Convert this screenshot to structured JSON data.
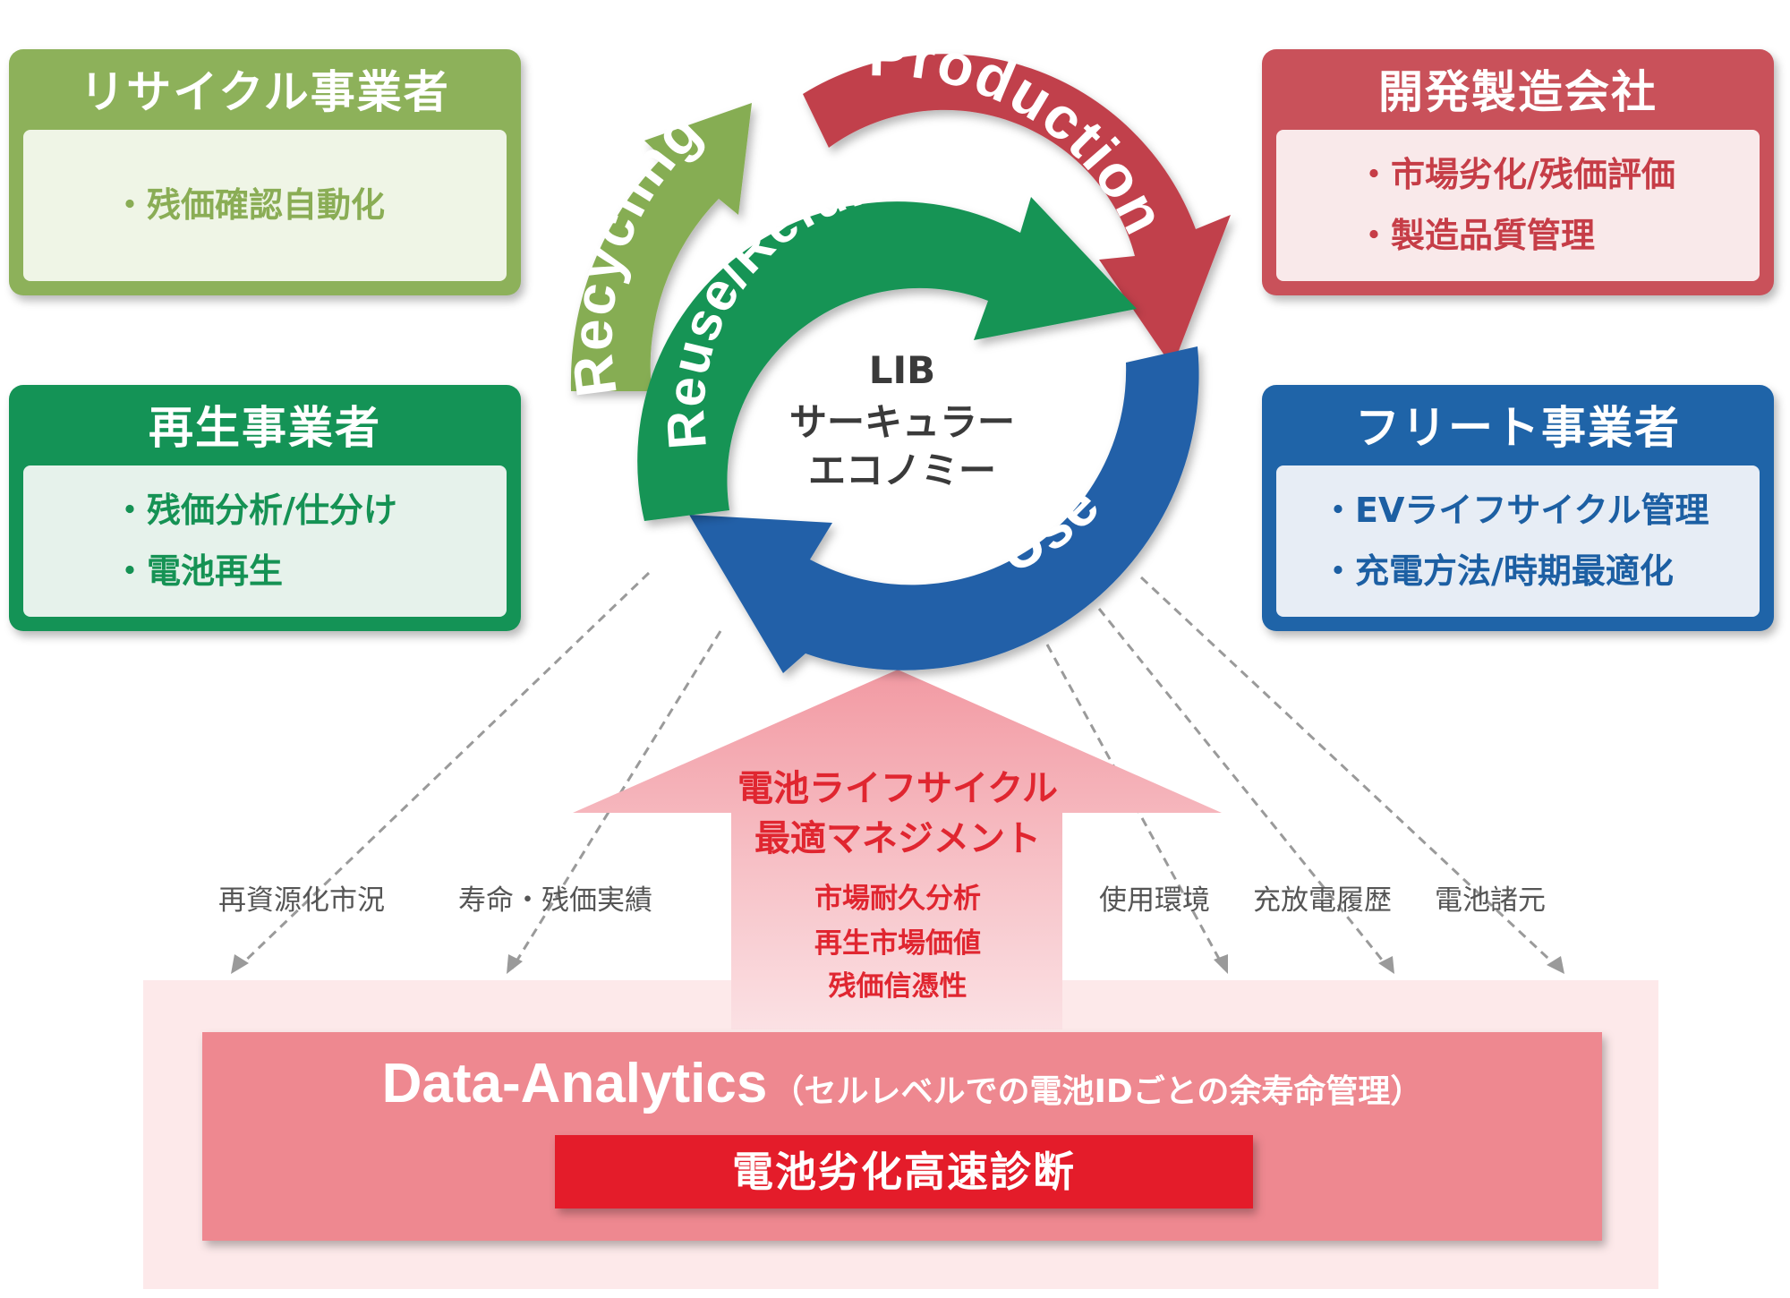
{
  "boxes": {
    "recycler": {
      "title": "リサイクル事業者",
      "items": [
        "・残価確認自動化"
      ],
      "color": "#8db15a"
    },
    "regen": {
      "title": "再生事業者",
      "items": [
        "・残価分析/仕分け",
        "・電池再生"
      ],
      "color": "#149356"
    },
    "maker": {
      "title": "開発製造会社",
      "items": [
        "・市場劣化/残価評価",
        "・製造品質管理"
      ],
      "color": "#c9515a"
    },
    "fleet": {
      "title": "フリート事業者",
      "items": [
        "・EVライフサイクル管理",
        "・充電方法/時期最適化"
      ],
      "color": "#1f64a8"
    }
  },
  "cycle": {
    "production": "Production",
    "recycling": "Recycling",
    "reuse": "Reuse/Refurbish",
    "use": "Use",
    "center": [
      "LIB",
      "サーキュラー",
      "エコノミー"
    ]
  },
  "upward_arrow": {
    "title": [
      "電池ライフサイクル",
      "最適マネジメント"
    ],
    "items": [
      "市場耐久分析",
      "再生市場価値",
      "残価信憑性"
    ]
  },
  "data_labels": {
    "left": [
      "再資源化市況",
      "寿命・残価実績"
    ],
    "right": [
      "使用環境",
      "充放電履歴",
      "電池諸元"
    ]
  },
  "analytics": {
    "title": "Data-Analytics",
    "subtitle": "（セルレベルでの電池IDごとの余寿命管理）",
    "core": "電池劣化高速診断"
  }
}
